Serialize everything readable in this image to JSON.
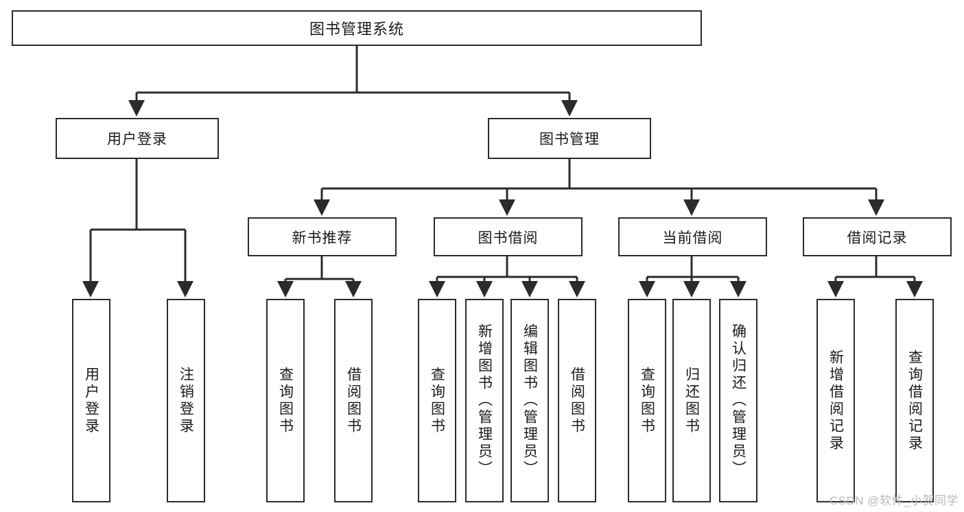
{
  "diagram": {
    "title": "图书管理系统",
    "type": "functional-structure-tree",
    "watermark": "CSDN @软件_小贺同学",
    "colors": {
      "stroke": "#2b2b2b",
      "fill": "#ffffff",
      "text": "#1a1a1a",
      "watermark": "#b9b9b9"
    },
    "levels": {
      "root": {
        "label": "图书管理系统"
      },
      "level2": [
        {
          "id": "user-login",
          "label": "用户登录"
        },
        {
          "id": "book-management",
          "label": "图书管理"
        }
      ],
      "level3": [
        {
          "id": "new-book-recommend",
          "label": "新书推荐"
        },
        {
          "id": "book-borrow",
          "label": "图书借阅"
        },
        {
          "id": "current-borrow",
          "label": "当前借阅"
        },
        {
          "id": "borrow-record",
          "label": "借阅记录"
        }
      ],
      "leaves": [
        {
          "id": "leaf-user-login",
          "parent": "user-login",
          "label": "用户登录"
        },
        {
          "id": "leaf-logout",
          "parent": "user-login",
          "label": "注销登录"
        },
        {
          "id": "leaf-query-book-1",
          "parent": "new-book-recommend",
          "label": "查询图书"
        },
        {
          "id": "leaf-borrow-book-1",
          "parent": "new-book-recommend",
          "label": "借阅图书"
        },
        {
          "id": "leaf-query-book-2",
          "parent": "book-borrow",
          "label": "查询图书"
        },
        {
          "id": "leaf-add-book",
          "parent": "book-borrow",
          "label": "新增图书（管理员）"
        },
        {
          "id": "leaf-edit-book",
          "parent": "book-borrow",
          "label": "编辑图书（管理员）"
        },
        {
          "id": "leaf-borrow-book-2",
          "parent": "book-borrow",
          "label": "借阅图书"
        },
        {
          "id": "leaf-query-book-3",
          "parent": "current-borrow",
          "label": "查询图书"
        },
        {
          "id": "leaf-return-book",
          "parent": "current-borrow",
          "label": "归还图书"
        },
        {
          "id": "leaf-confirm-return",
          "parent": "current-borrow",
          "label": "确认归还（管理员）"
        },
        {
          "id": "leaf-add-record",
          "parent": "borrow-record",
          "label": "新增借阅记录"
        },
        {
          "id": "leaf-query-record",
          "parent": "borrow-record",
          "label": "查询借阅记录"
        }
      ]
    }
  }
}
